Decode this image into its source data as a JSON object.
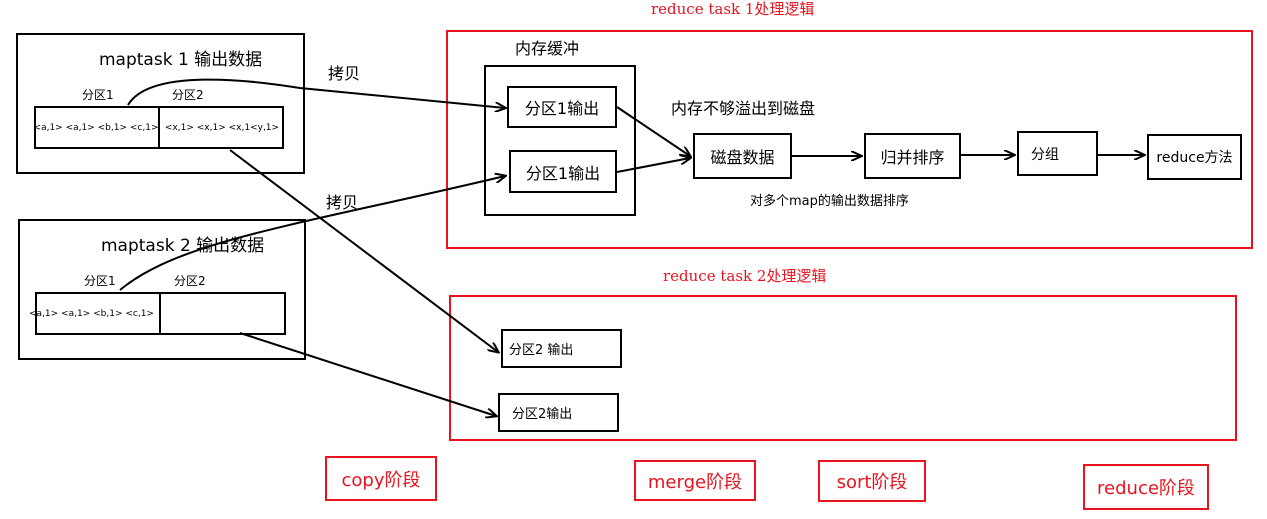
{
  "reduce_task1": {
    "title": "reduce task 1处理逻辑"
  },
  "reduce_task2": {
    "title": "reduce task 2处理逻辑"
  },
  "maptask1": {
    "title": "maptask 1  输出数据",
    "partition1_label": "分区1",
    "partition2_label": "分区2",
    "partition1_data": "<a,1> <a,1> <b,1> <c,1>",
    "partition2_data": "<x,1> <x,1> <x,1<y,1>"
  },
  "maptask2": {
    "title": "maptask 2  输出数据",
    "partition1_label": "分区1",
    "partition2_label": "分区2",
    "partition1_data": "<a,1> <a,1> <b,1> <c,1>",
    "partition2_data": ""
  },
  "copy_label_1": "拷贝",
  "copy_label_2": "拷贝",
  "memory_buffer": {
    "title": "内存缓冲",
    "item1": "分区1输出",
    "item2": "分区1输出"
  },
  "spill_label": "内存不够溢出到磁盘",
  "disk_data": "磁盘数据",
  "merge_sort": "归并排序",
  "group": "分组",
  "reduce_method": "reduce方法",
  "sort_note": "对多个map的输出数据排序",
  "rt2_item1": "分区2 输出",
  "rt2_item2": "分区2输出",
  "stages": {
    "copy": "copy阶段",
    "merge": "merge阶段",
    "sort": "sort阶段",
    "reduce": "reduce阶段"
  },
  "colors": {
    "accent_red": "#e8141f",
    "line": "#000000"
  }
}
